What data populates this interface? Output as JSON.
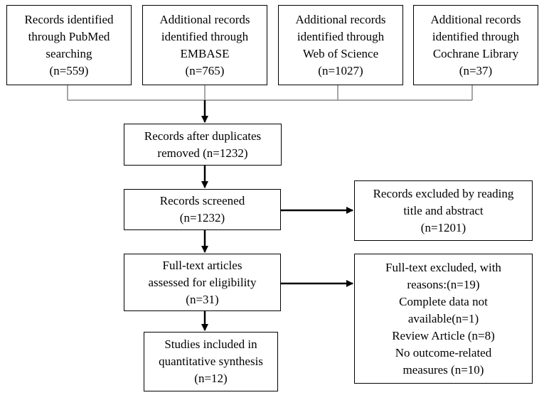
{
  "flowchart": {
    "sources": [
      {
        "lines": [
          "Records identified",
          "through PubMed",
          "searching",
          "(n=559)"
        ]
      },
      {
        "lines": [
          "Additional records",
          "identified through",
          "EMBASE",
          "(n=765)"
        ]
      },
      {
        "lines": [
          "Additional records",
          "identified through",
          "Web of Science",
          "(n=1027)"
        ]
      },
      {
        "lines": [
          "Additional records",
          "identified through",
          "Cochrane Library",
          "(n=37)"
        ]
      }
    ],
    "after_duplicates": {
      "lines": [
        "Records after duplicates",
        "removed (n=1232)"
      ]
    },
    "screened": {
      "lines": [
        "Records screened",
        "(n=1232)"
      ]
    },
    "excluded_screening": {
      "lines": [
        "Records excluded by reading",
        "title and abstract",
        "(n=1201)"
      ]
    },
    "full_text": {
      "lines": [
        "Full-text articles",
        "assessed for eligibility",
        "(n=31)"
      ]
    },
    "excluded_full_text": {
      "lines": [
        "Full-text excluded, with",
        "reasons:(n=19)",
        "Complete data not",
        "available(n=1)",
        "Review Article (n=8)",
        "No outcome-related",
        "measures (n=10)"
      ]
    },
    "included": {
      "lines": [
        "Studies included in",
        "quantitative synthesis",
        "(n=12)"
      ]
    }
  }
}
